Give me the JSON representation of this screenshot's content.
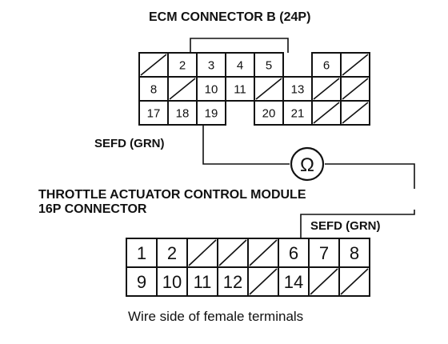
{
  "ecm": {
    "title": "ECM CONNECTOR B (24P)",
    "rows": [
      [
        "/",
        "2",
        "3",
        "4",
        "5",
        null,
        "6",
        "/"
      ],
      [
        "8",
        "/",
        "10",
        "11",
        "/",
        "13",
        "/",
        "/"
      ],
      [
        "17",
        "18",
        "19",
        null,
        "20",
        "21",
        "/",
        "/"
      ]
    ]
  },
  "tacm": {
    "title_line1": "THROTTLE ACTUATOR CONTROL MODULE",
    "title_line2": "16P CONNECTOR",
    "rows": [
      [
        "1",
        "2",
        "/",
        "/",
        "/",
        "6",
        "7",
        "8"
      ],
      [
        "9",
        "10",
        "11",
        "12",
        "/",
        "14",
        "/",
        "/"
      ]
    ]
  },
  "wire": {
    "ecm_label": "SEFD (GRN)",
    "tacm_label": "SEFD (GRN)",
    "meter_symbol": "Ω"
  },
  "caption": "Wire side of female terminals"
}
